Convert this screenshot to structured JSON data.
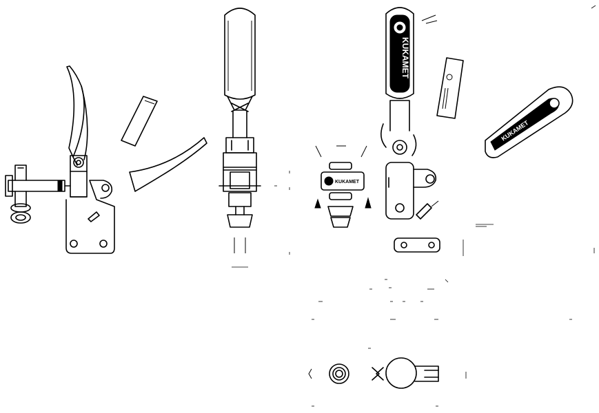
{
  "drawing": {
    "brand_vertical": "KUKAMET",
    "brand_label_front": "KUKAMET",
    "brand_label_handle": "KUKAMET"
  },
  "colors": {
    "line": "#000000",
    "background": "#ffffff",
    "handle_fill": "#000000"
  }
}
